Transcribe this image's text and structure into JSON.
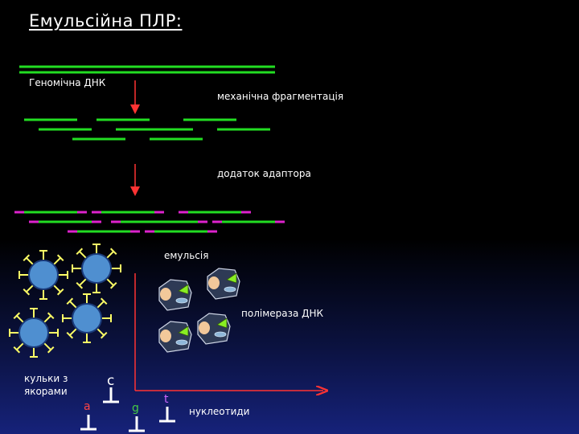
{
  "title": "Емульсійна ПЛР:",
  "labels": {
    "genomic_dna": "Геномічна ДНК",
    "fragmentation": "механічна фрагментація",
    "adaptor": "додаток адаптора",
    "emulsion": "емульсія",
    "polymerase": "полімераза ДНК",
    "beads": "кульки з якорами",
    "nucleotides": "нуклеотиди"
  },
  "bases": {
    "c": "c",
    "a": "a",
    "g": "g",
    "t": "t"
  },
  "colors": {
    "dna": "#22dd22",
    "adaptor": "#dd22cc",
    "arrow": "#ff3333",
    "bead_fill": "#4f8fd0",
    "bead_outline": "#1a3a7a",
    "spike": "#ffff66",
    "base_c": "#ffffff",
    "base_a": "#ff4444",
    "base_g": "#44cc44",
    "base_t": "#cc66ff",
    "anchor": "#ffffff"
  },
  "icons": [
    "polymerase-icon",
    "bead-icon",
    "nucleotide-anchor-icon",
    "down-arrow-icon"
  ]
}
